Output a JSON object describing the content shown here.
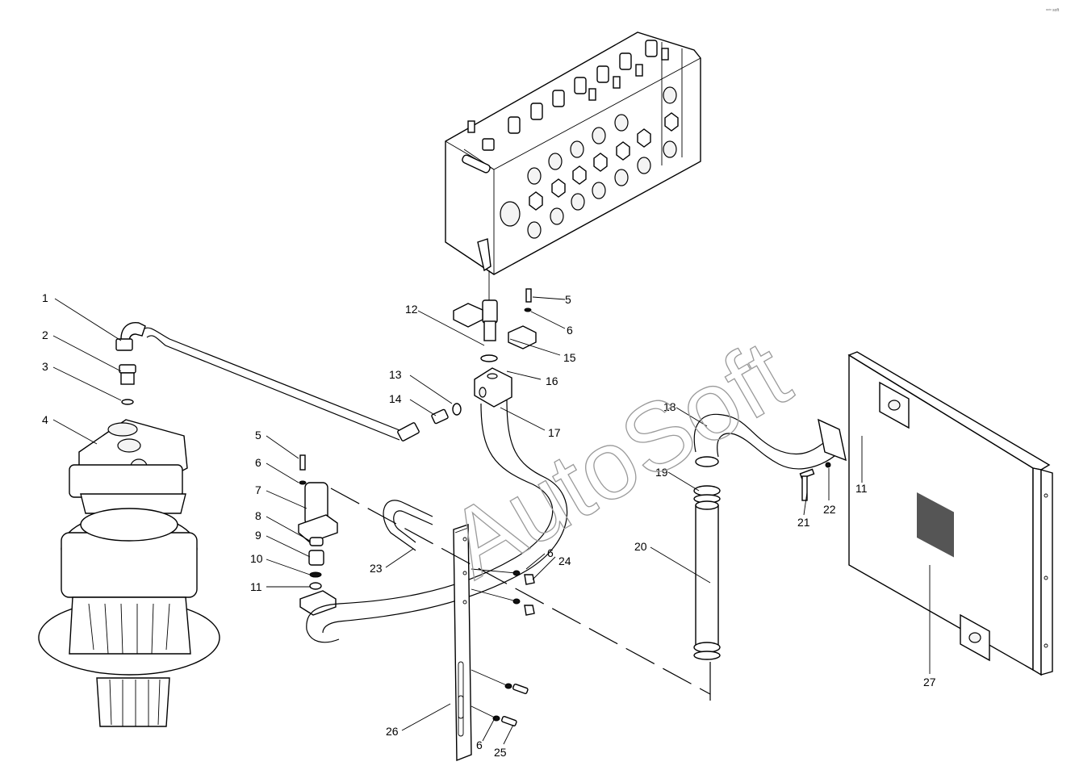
{
  "diagram": {
    "watermark": "AutoSoft",
    "corner_logo": "ᵃᵘᵗᵒ soft",
    "callouts": [
      "1",
      "2",
      "3",
      "4",
      "5",
      "6",
      "7",
      "8",
      "9",
      "10",
      "11",
      "12",
      "13",
      "14",
      "15",
      "16",
      "17",
      "18",
      "19",
      "20",
      "21",
      "22",
      "23",
      "24",
      "25",
      "26",
      "27"
    ],
    "labels": {
      "c1": "1",
      "c2": "2",
      "c3": "3",
      "c4": "4",
      "c5a": "5",
      "c5b": "5",
      "c6a": "6",
      "c6b": "6",
      "c6c": "6",
      "c6d": "6",
      "c7": "7",
      "c8": "8",
      "c9": "9",
      "c10": "10",
      "c11a": "11",
      "c11b": "11",
      "c12": "12",
      "c13": "13",
      "c14": "14",
      "c15": "15",
      "c16": "16",
      "c17": "17",
      "c18": "18",
      "c19": "19",
      "c20": "20",
      "c21": "21",
      "c22": "22",
      "c23": "23",
      "c24": "24",
      "c25": "25",
      "c26": "26",
      "c27": "27"
    }
  }
}
